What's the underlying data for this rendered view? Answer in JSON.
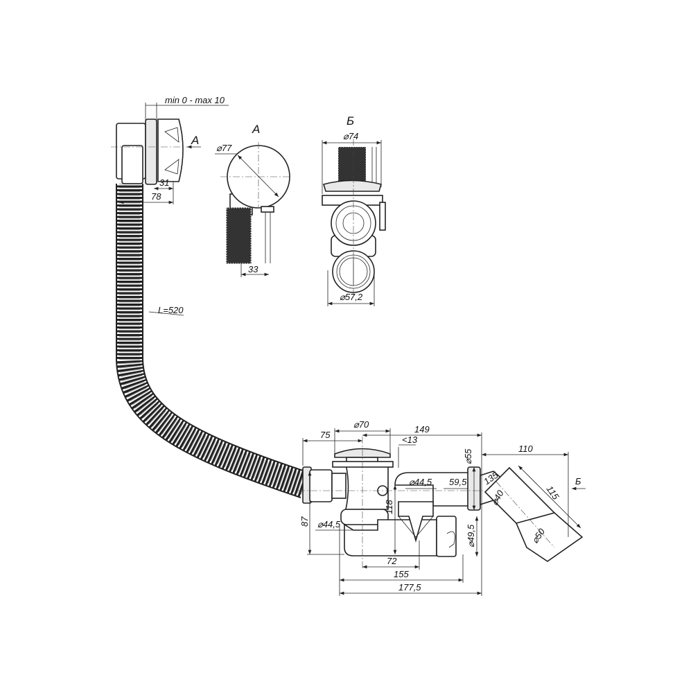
{
  "drawing": {
    "overflow": {
      "range": "min 0 - max 10",
      "view_marker": "A",
      "dim_cap": "31",
      "dim_depth": "78",
      "hose_length": "L=520"
    },
    "view_a": {
      "title": "A",
      "diameter": "⌀77",
      "offset": "33"
    },
    "view_b": {
      "title": "Б",
      "diameter_top": "⌀74",
      "diameter_bottom": "⌀57,2"
    },
    "siphon": {
      "dim_plug": "⌀70",
      "dim_75": "75",
      "dim_149": "149",
      "dim_13": "<13",
      "dim_55": "⌀55",
      "dim_110": "110",
      "view_marker": "Б",
      "dim_pipe": "⌀44,5",
      "dim_59_5": "59,5",
      "angle": "135",
      "dim_115": "115",
      "dim_40": "⌀40",
      "dim_87": "87",
      "dim_inlet": "⌀44,5",
      "dim_118": "118",
      "dim_49_5": "⌀49,5",
      "dim_50": "⌀50",
      "dim_72": "72",
      "dim_155": "155",
      "dim_177_5": "177,5"
    }
  }
}
